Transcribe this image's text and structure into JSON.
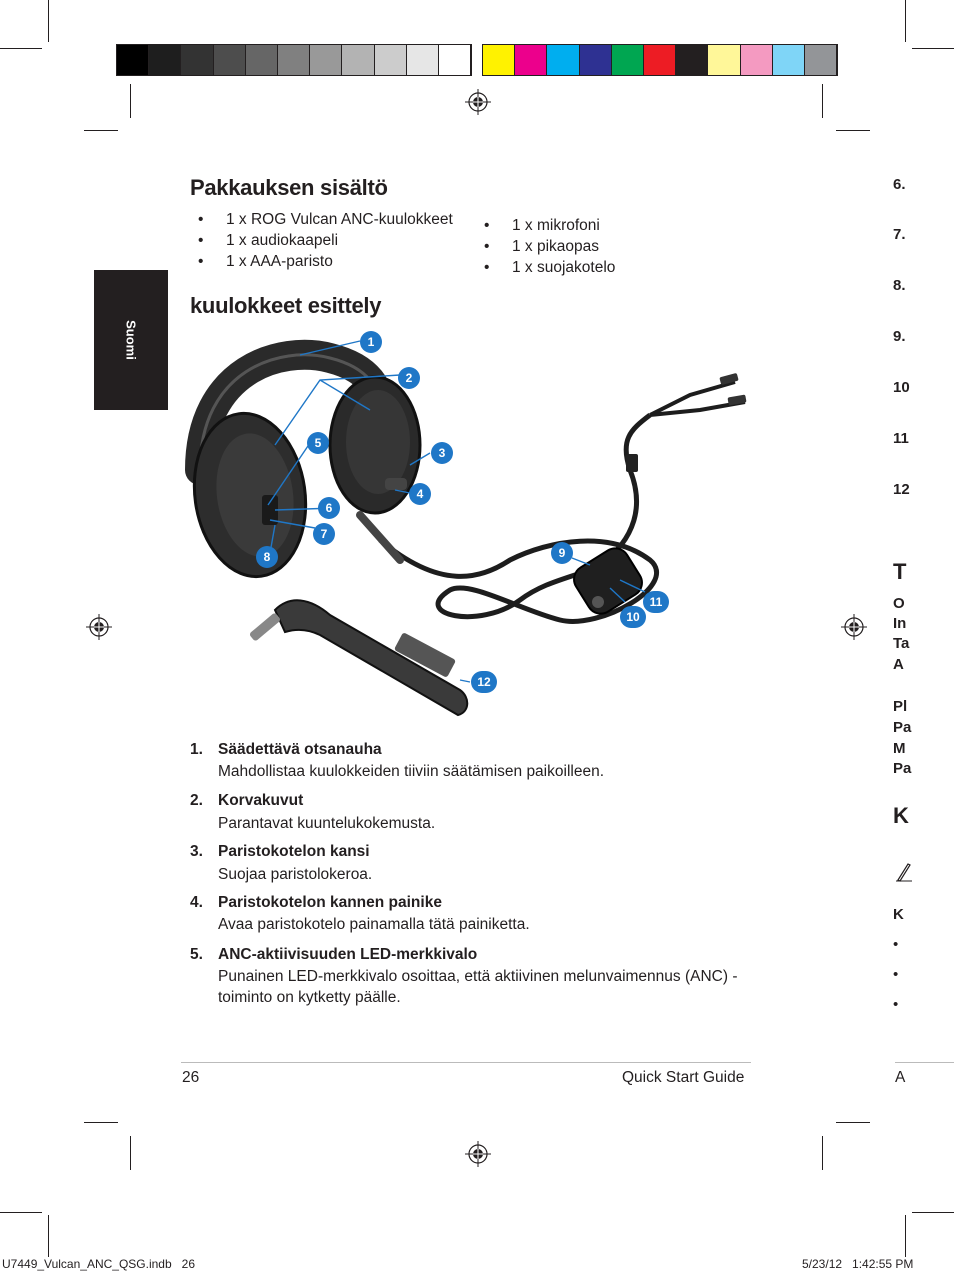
{
  "side_tab": "Suomi",
  "section1_title": "Pakkauksen sisältö",
  "bullet_glyph": "•",
  "contents_left": [
    "1 x ROG Vulcan ANC-kuulokkeet",
    "1 x audiokaapeli",
    "1 x AAA-paristo"
  ],
  "contents_right": [
    "1 x mikrofoni",
    "1 x pikaopas",
    "1 x suojakotelo"
  ],
  "section2_title": "kuulokkeet esittely",
  "callouts": [
    "1",
    "2",
    "3",
    "4",
    "5",
    "6",
    "7",
    "8",
    "9",
    "10",
    "11",
    "12"
  ],
  "features": [
    {
      "num": "1.",
      "title": "Säädettävä otsanauha",
      "desc": "Mahdollistaa kuulokkeiden tiiviin säätämisen paikoilleen."
    },
    {
      "num": "2.",
      "title": "Korvakuvut",
      "desc": "Parantavat kuuntelukokemusta."
    },
    {
      "num": "3.",
      "title": "Paristokotelon kansi",
      "desc": "Suojaa paristolokeroa."
    },
    {
      "num": "4.",
      "title": "Paristokotelon kannen painike",
      "desc": "Avaa paristokotelo painamalla tätä painiketta."
    },
    {
      "num": "5.",
      "title": "ANC-aktiivisuuden LED-merkkivalo",
      "desc": "Punainen LED-merkkivalo osoittaa, että aktiivinen melunvaimennus (ANC) -toiminto on kytketty päälle."
    }
  ],
  "right_page_fragments": {
    "items": [
      "6.",
      "7.",
      "8.",
      "9.",
      "10",
      "11",
      "12"
    ],
    "heading1": "T",
    "lines1": [
      "O",
      "In",
      "Ta",
      "A"
    ],
    "lines2": [
      "Pl",
      "Pa",
      "M",
      "Pa"
    ],
    "heading2": "K",
    "note_icon": "pencil-icon",
    "sub": "K",
    "bullets": [
      "•",
      "•",
      "•"
    ],
    "footer": "A"
  },
  "footer": {
    "page": "26",
    "guide": "Quick Start Guide"
  },
  "slug": {
    "file": "U7449_Vulcan_ANC_QSG.indb   26",
    "date": "5/23/12   1:42:55 PM"
  },
  "colors": {
    "gray_bar": [
      "#000000",
      "#1e1e1e",
      "#333333",
      "#4d4d4d",
      "#666666",
      "#808080",
      "#999999",
      "#b3b3b3",
      "#cccccc",
      "#e6e6e6",
      "#ffffff"
    ],
    "color_bar": [
      "#fff200",
      "#ec008c",
      "#00aeef",
      "#2e3192",
      "#00a651",
      "#ed1c24",
      "#231f20",
      "#fff799",
      "#f49ac1",
      "#7fd5f7",
      "#939598"
    ],
    "callout": "#1f77c7"
  }
}
